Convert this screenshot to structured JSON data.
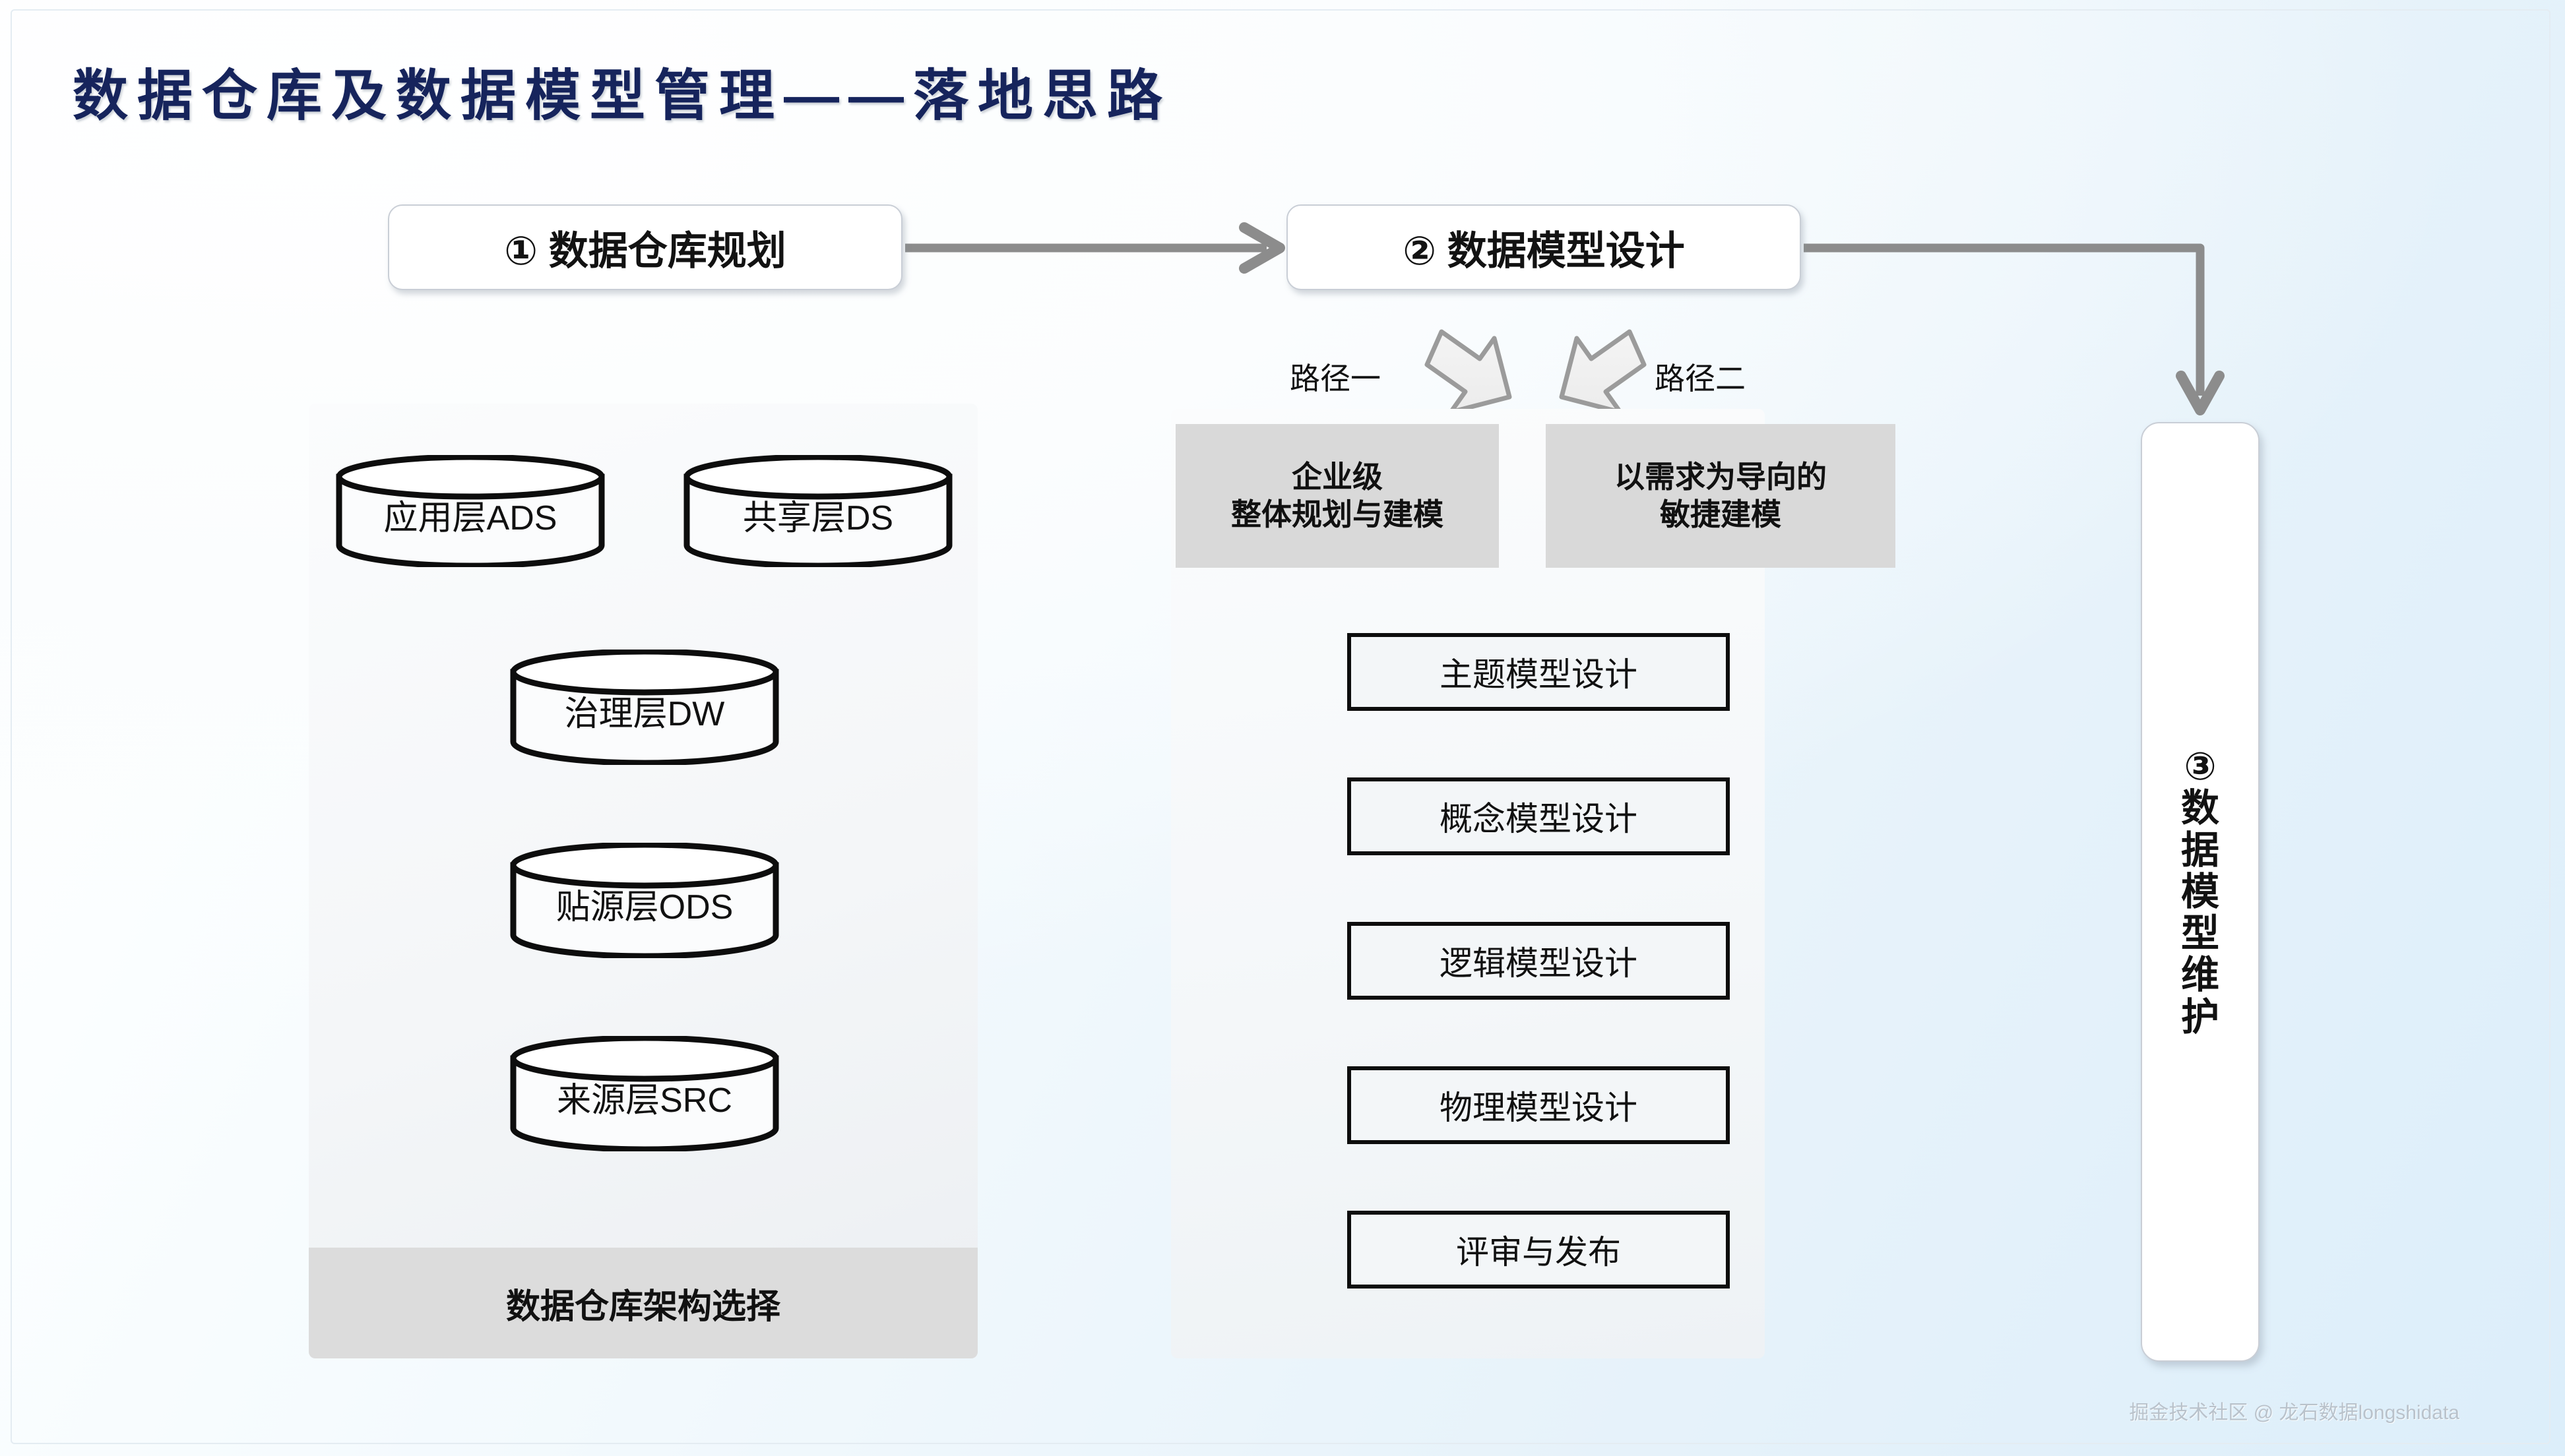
{
  "title": "数据仓库及数据模型管理——落地思路",
  "top_boxes": [
    {
      "label": "① 数据仓库规划"
    },
    {
      "label": "② 数据模型设计"
    }
  ],
  "vertical_box": {
    "chars": [
      "③",
      "数",
      "据",
      "模",
      "型",
      "维",
      "护"
    ],
    "full_label": "③数据模型维护"
  },
  "left_panel": {
    "layers": [
      {
        "label": "应用层ADS"
      },
      {
        "label": "共享层DS"
      },
      {
        "label": "治理层DW"
      },
      {
        "label": "贴源层ODS"
      },
      {
        "label": "来源层SRC"
      }
    ],
    "footer_label": "数据仓库架构选择"
  },
  "middle_panel": {
    "path_labels": [
      "路径一",
      "路径二"
    ],
    "approaches": [
      {
        "line1": "企业级",
        "line2": "整体规划与建模"
      },
      {
        "line1": "以需求为导向的",
        "line2": "敏捷建模"
      }
    ],
    "steps": [
      {
        "label": "主题模型设计"
      },
      {
        "label": "概念模型设计"
      },
      {
        "label": "逻辑模型设计"
      },
      {
        "label": "物理模型设计"
      },
      {
        "label": "评审与发布"
      }
    ]
  },
  "watermark": "掘金技术社区 @ 龙石数据longshidata",
  "colors": {
    "title": "#16245c",
    "gray_box": "#d9d9d9",
    "connector": "#8c8c8c",
    "step_border": "#0d0d0d",
    "panel_bg": "#f4f6f8"
  }
}
